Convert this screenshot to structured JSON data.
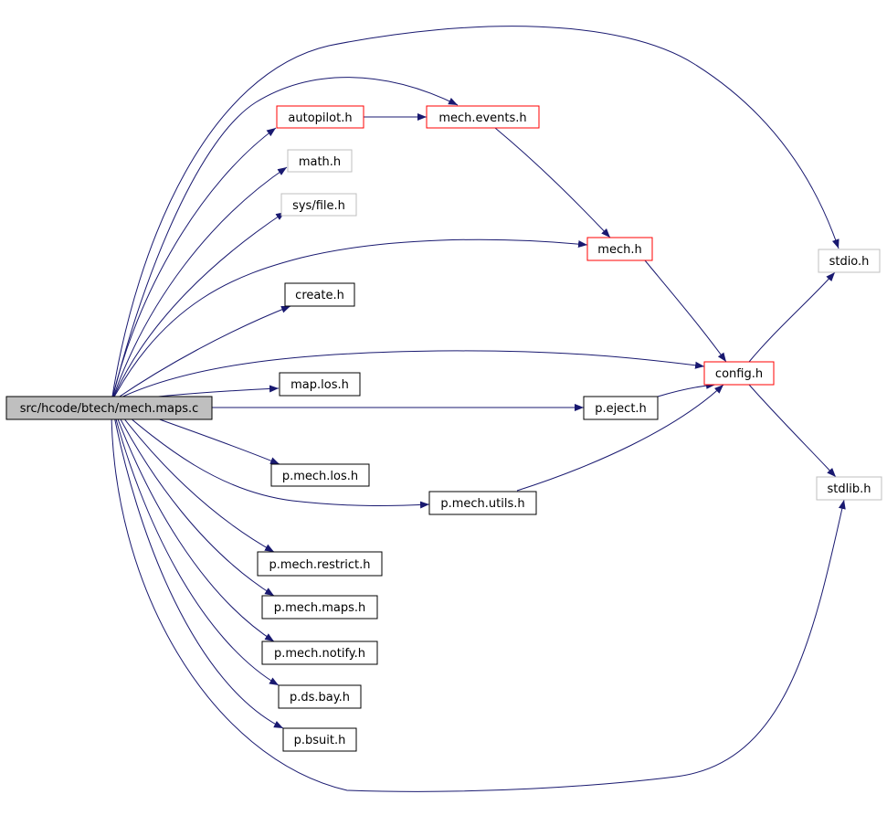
{
  "graph": {
    "source": {
      "label": "src/hcode/btech/mech.maps.c"
    },
    "colors": {
      "edge": "#191970",
      "source_fill": "#bfbfbf",
      "linked_border": "#000000",
      "missing_border": "#bfbfbf",
      "truncated_border": "#ff0000"
    },
    "nodes": {
      "autopilot_h": "autopilot.h",
      "mech_events_h": "mech.events.h",
      "math_h": "math.h",
      "sys_file_h": "sys/file.h",
      "mech_h": "mech.h",
      "stdio_h": "stdio.h",
      "create_h": "create.h",
      "config_h": "config.h",
      "map_los_h": "map.los.h",
      "p_eject_h": "p.eject.h",
      "p_mech_los_h": "p.mech.los.h",
      "p_mech_utils_h": "p.mech.utils.h",
      "stdlib_h": "stdlib.h",
      "p_mech_restrict_h": "p.mech.restrict.h",
      "p_mech_maps_h": "p.mech.maps.h",
      "p_mech_notify_h": "p.mech.notify.h",
      "p_ds_bay_h": "p.ds.bay.h",
      "p_bsuit_h": "p.bsuit.h"
    }
  }
}
